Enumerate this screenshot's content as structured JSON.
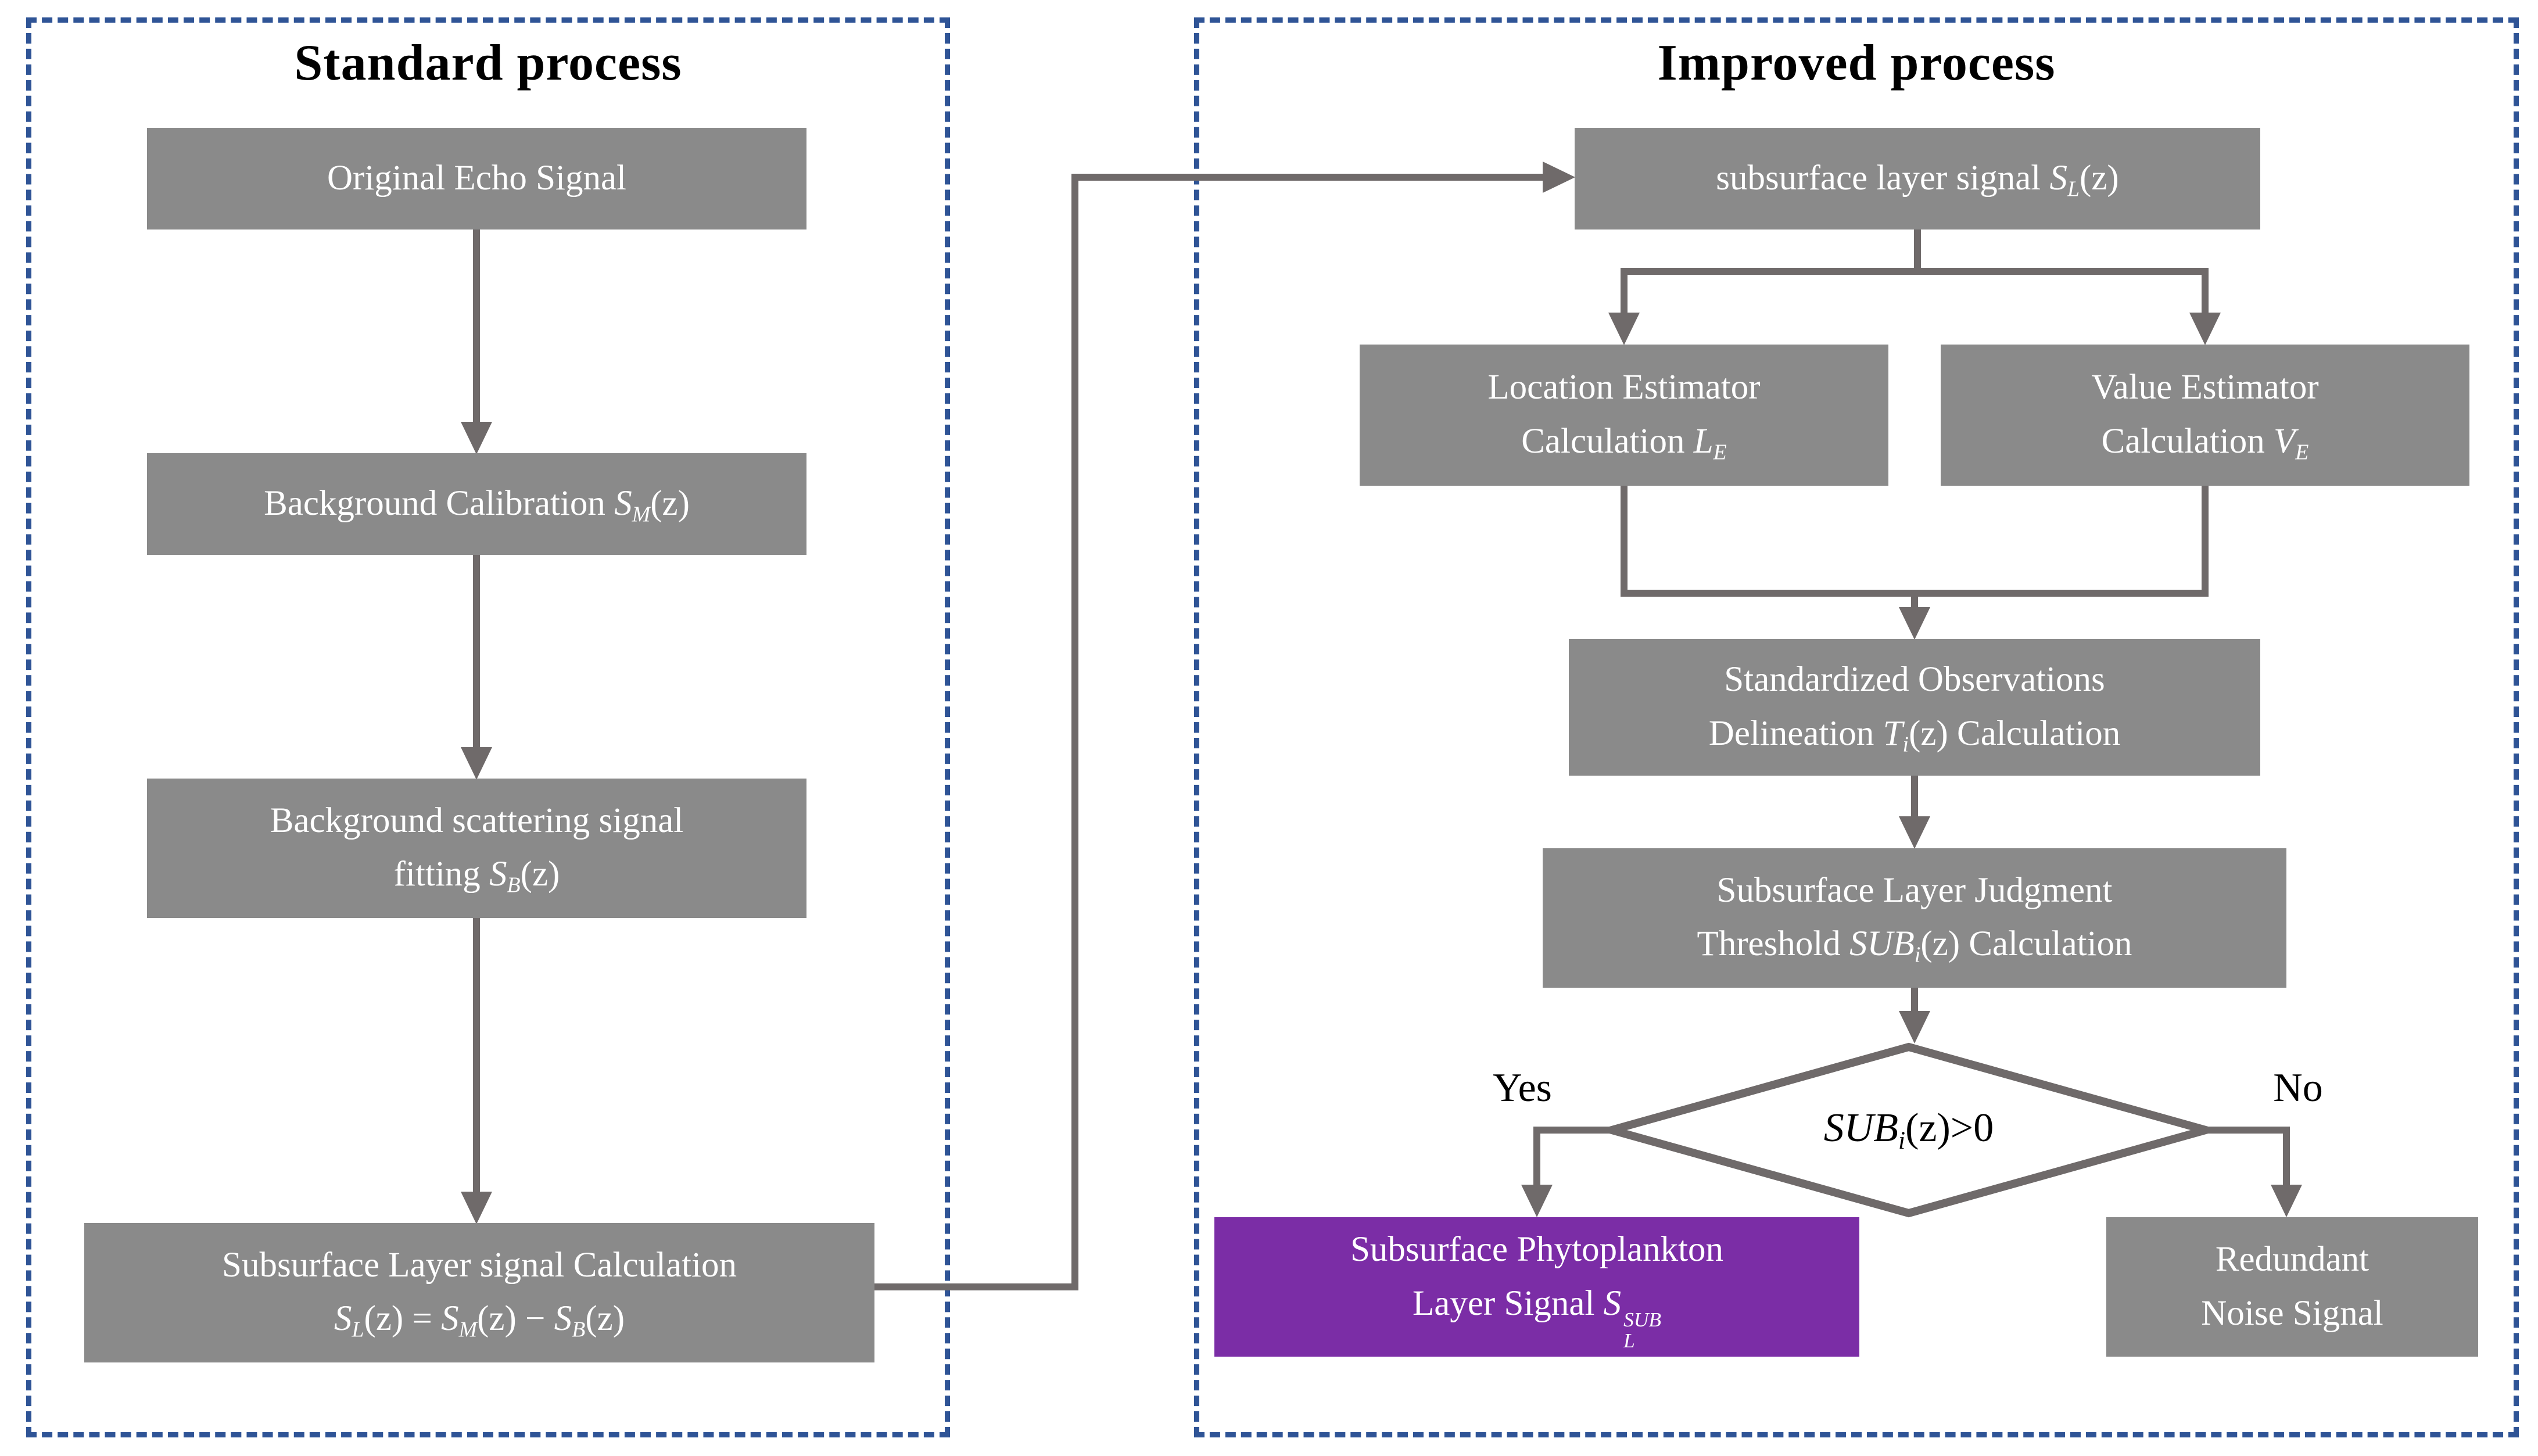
{
  "colors": {
    "box_gray": "#8a8a8a",
    "box_purple": "#7b2da6",
    "line": "#6f6a6a",
    "panel_border": "#2f5496",
    "text_on_box": "#ffffff",
    "title_color": "#000000"
  },
  "panels": {
    "standard": {
      "title": "Standard process",
      "nodes": {
        "original_echo": {
          "lines": [
            [
              {
                "t": "Original Echo Signal"
              }
            ]
          ]
        },
        "background_calibration": {
          "lines": [
            [
              {
                "t": "Background Calibration "
              },
              {
                "i": "S",
                "sub": "M"
              },
              {
                "t": "(z)"
              }
            ]
          ]
        },
        "background_scattering": {
          "lines": [
            [
              {
                "t": "Background scattering signal"
              }
            ],
            [
              {
                "t": "fitting "
              },
              {
                "i": "S",
                "sub": "B"
              },
              {
                "t": "(z)"
              }
            ]
          ]
        },
        "subsurface_calc": {
          "lines": [
            [
              {
                "t": "Subsurface Layer signal Calculation"
              }
            ],
            [
              {
                "i": "S",
                "sub": "L"
              },
              {
                "t": "(z) = "
              },
              {
                "i": "S",
                "sub": "M"
              },
              {
                "t": "(z) − "
              },
              {
                "i": "S",
                "sub": "B"
              },
              {
                "t": "(z)"
              }
            ]
          ]
        }
      }
    },
    "improved": {
      "title": "Improved process",
      "yes_label": "Yes",
      "no_label": "No",
      "nodes": {
        "subsurface_signal": {
          "lines": [
            [
              {
                "t": "subsurface layer signal "
              },
              {
                "i": "S",
                "sub": "L"
              },
              {
                "t": "(z)"
              }
            ]
          ]
        },
        "location_estimator": {
          "lines": [
            [
              {
                "t": "Location Estimator"
              }
            ],
            [
              {
                "t": "Calculation "
              },
              {
                "i": "L",
                "sub": "E"
              }
            ]
          ]
        },
        "value_estimator": {
          "lines": [
            [
              {
                "t": "Value Estimator"
              }
            ],
            [
              {
                "t": "Calculation "
              },
              {
                "i": "V",
                "sub": "E"
              }
            ]
          ]
        },
        "standardized_obs": {
          "lines": [
            [
              {
                "t": "Standardized Observations"
              }
            ],
            [
              {
                "t": "Delineation "
              },
              {
                "i": "T",
                "sub": "i"
              },
              {
                "t": "(z) Calculation"
              }
            ]
          ]
        },
        "judgment_threshold": {
          "lines": [
            [
              {
                "t": "Subsurface Layer Judgment"
              }
            ],
            [
              {
                "t": "Threshold "
              },
              {
                "i": "SUB",
                "sub": "i"
              },
              {
                "t": "(z) Calculation"
              }
            ]
          ]
        },
        "decision": {
          "lines": [
            [
              {
                "i": "SUB",
                "sub": "i"
              },
              {
                "t": "(z)>0"
              }
            ]
          ]
        },
        "phytoplankton": {
          "lines": [
            [
              {
                "t": "Subsurface Phytoplankton"
              }
            ],
            [
              {
                "t": "Layer Signal "
              },
              {
                "i": "S",
                "sub": "L",
                "sup": "SUB"
              }
            ]
          ]
        },
        "redundant_noise": {
          "lines": [
            [
              {
                "t": "Redundant"
              }
            ],
            [
              {
                "t": "Noise Signal"
              }
            ]
          ]
        }
      }
    }
  }
}
